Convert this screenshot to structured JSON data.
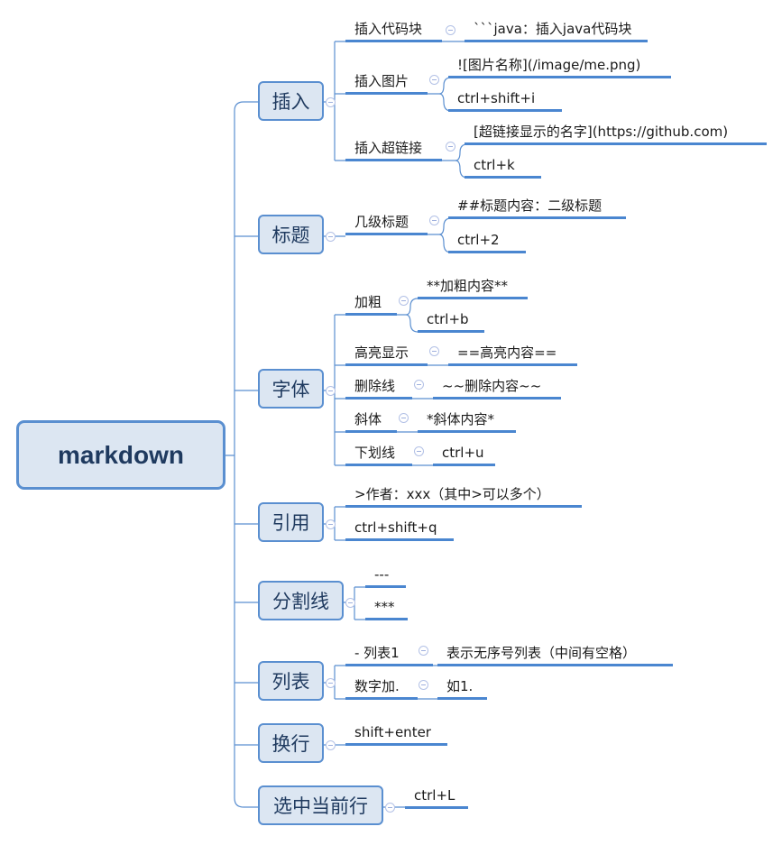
{
  "root": "markdown",
  "branches": {
    "insert": {
      "label": "插入",
      "code": {
        "label": "插入代码块",
        "leaf": "```java：插入java代码块"
      },
      "image": {
        "label": "插入图片",
        "leaves": [
          "![图片名称](/image/me.png)",
          "ctrl+shift+i"
        ]
      },
      "link": {
        "label": "插入超链接",
        "leaves": [
          "[超链接显示的名字](https://github.com)",
          "ctrl+k"
        ]
      }
    },
    "heading": {
      "label": "标题",
      "level": {
        "label": "几级标题",
        "leaves": [
          "##标题内容：二级标题",
          "ctrl+2"
        ]
      }
    },
    "font": {
      "label": "字体",
      "bold": {
        "label": "加粗",
        "leaves": [
          "**加粗内容**",
          "ctrl+b"
        ]
      },
      "highlight": {
        "label": "高亮显示",
        "leaf": "==高亮内容=="
      },
      "strike": {
        "label": "删除线",
        "leaf": "~~删除内容~~"
      },
      "italic": {
        "label": "斜体",
        "leaf": "*斜体内容*"
      },
      "underline": {
        "label": "下划线",
        "leaf": "ctrl+u"
      }
    },
    "quote": {
      "label": "引用",
      "items": [
        ">作者：xxx（其中>可以多个）",
        "ctrl+shift+q"
      ]
    },
    "divider": {
      "label": "分割线",
      "items": [
        "---",
        "***"
      ]
    },
    "list": {
      "label": "列表",
      "unordered": {
        "label": "- 列表1",
        "leaf": "表示无序号列表（中间有空格）"
      },
      "ordered": {
        "label": "数字加.",
        "leaf": "如1."
      }
    },
    "newline": {
      "label": "换行",
      "items": [
        "shift+enter"
      ]
    },
    "selectline": {
      "label": "选中当前行",
      "items": [
        "ctrl+L"
      ]
    }
  },
  "colors": {
    "node_fill": "#dce6f2",
    "node_border": "#5a8fd0",
    "underline": "#4a86d0"
  }
}
